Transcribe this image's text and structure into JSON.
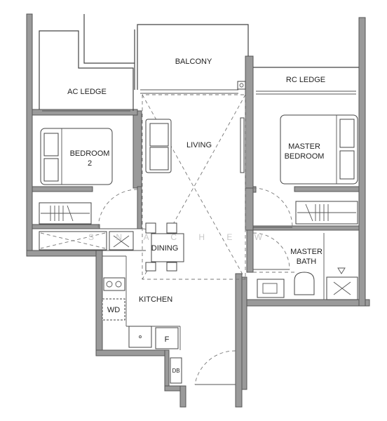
{
  "rooms": {
    "balcony": "BALCONY",
    "ac_ledge": "AC LEDGE",
    "rc_ledge": "RC LEDGE",
    "living": "LIVING",
    "bedroom2_line1": "BEDROOM",
    "bedroom2_line2": "2",
    "master_bedroom_line1": "MASTER",
    "master_bedroom_line2": "BEDROOM",
    "dining": "DINING",
    "master_bath_line1": "MASTER",
    "master_bath_line2": "BATH",
    "kitchen": "KITCHEN"
  },
  "fixtures": {
    "washer_dryer": "WD",
    "fridge": "F",
    "db": "DB"
  },
  "watermark": "S N A C H E W"
}
